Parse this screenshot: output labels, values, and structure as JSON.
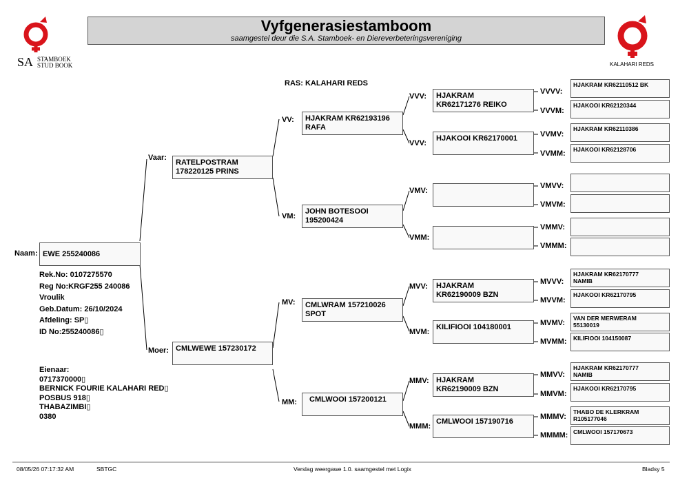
{
  "header": {
    "title": "Vyfgenerasiestamboom",
    "subtitle": "saamgestel deur die S.A. Stamboek- en Diereverbeteringsvereniging",
    "left_logo": {
      "sa": "SA",
      "line1": "STAMBOEK",
      "line2": "STUD BOOK",
      "icon": "stamboek-symbol"
    },
    "right_logo": {
      "label": "KALAHARI REDS",
      "icon": "kalahari-reds-symbol"
    },
    "accent_color": "#d9141b"
  },
  "breed": "RAS: KALAHARI REDS",
  "subject": {
    "label": "Naam:",
    "name": "EWE 255240086",
    "details": [
      "Rek.No: 0107275570",
      "Reg No:KRGF255 240086",
      "Vroulik",
      "Geb.Datum: 26/10/2024",
      "Afdeling: SP▯",
      "ID No:255240086▯"
    ],
    "owner": [
      "Eienaar:",
      "0717370000▯",
      "BERNICK FOURIE KALAHARI RED▯",
      "POSBUS 918▯",
      "THABAZIMBI▯",
      "0380"
    ]
  },
  "gen1": {
    "sire": {
      "label": "Vaar:",
      "name": "RATELPOSTRAM\n178220125 PRINS"
    },
    "dam": {
      "label": "Moer:",
      "name": "CMLWEWE 157230172"
    }
  },
  "gen2": [
    {
      "label": "VV:",
      "name": "HJAKRAM KR62193196\nRAFA"
    },
    {
      "label": "VM:",
      "name": "JOHN BOTESOOI\n195200424"
    },
    {
      "label": "MV:",
      "name": "CMLWRAM 157210026\nSPOT"
    },
    {
      "label": "MM:",
      "name": "CMLWOOI 157200121"
    }
  ],
  "gen3": [
    {
      "label": "VVV:",
      "name": "HJAKRAM\nKR62171276 REIKO"
    },
    {
      "label": "VVV:",
      "name": "HJAKOOI KR62170001"
    },
    {
      "label": "VMV:",
      "name": ""
    },
    {
      "label": "VMM:",
      "name": ""
    },
    {
      "label": "MVV:",
      "name": "HJAKRAM\nKR62190009 BZN"
    },
    {
      "label": "MVM:",
      "name": "KILIFIOOI 104180001"
    },
    {
      "label": "MMV:",
      "name": "HJAKRAM\nKR62190009 BZN"
    },
    {
      "label": "MMM:",
      "name": "CMLWOOI 157190716"
    }
  ],
  "gen4": [
    {
      "label": "VVVV:",
      "name": "HJAKRAM KR62110512 BK"
    },
    {
      "label": "VVVM:",
      "name": "HJAKOOI KR62120344"
    },
    {
      "label": "VVMV:",
      "name": "HJAKRAM KR62110386"
    },
    {
      "label": "VVMM:",
      "name": "HJAKOOI KR62128706"
    },
    {
      "label": "VMVV:",
      "name": ""
    },
    {
      "label": "VMVM:",
      "name": ""
    },
    {
      "label": "VMMV:",
      "name": ""
    },
    {
      "label": "VMMM:",
      "name": ""
    },
    {
      "label": "MVVV:",
      "name": "HJAKRAM KR62170777\nNAMIB"
    },
    {
      "label": "MVVM:",
      "name": "HJAKOOI KR62170795"
    },
    {
      "label": "MVMV:",
      "name": "VAN DER MERWERAM\n55130019"
    },
    {
      "label": "MVMM:",
      "name": "KILIFIOOI 104150087"
    },
    {
      "label": "MMVV:",
      "name": "HJAKRAM KR62170777\nNAMIB"
    },
    {
      "label": "MMVM:",
      "name": "HJAKOOI KR62170795"
    },
    {
      "label": "MMMV:",
      "name": "THABO DE KLERKRAM\nR105177046"
    },
    {
      "label": "MMMM:",
      "name": "CMLWOOI 157170673"
    }
  ],
  "footer": {
    "datetime": "08/05/26 07:17:32 AM",
    "code": "SBTGC",
    "version": "Verslag weergawe 1.0. saamgestel met Logix",
    "page": "Bladsy 5"
  }
}
